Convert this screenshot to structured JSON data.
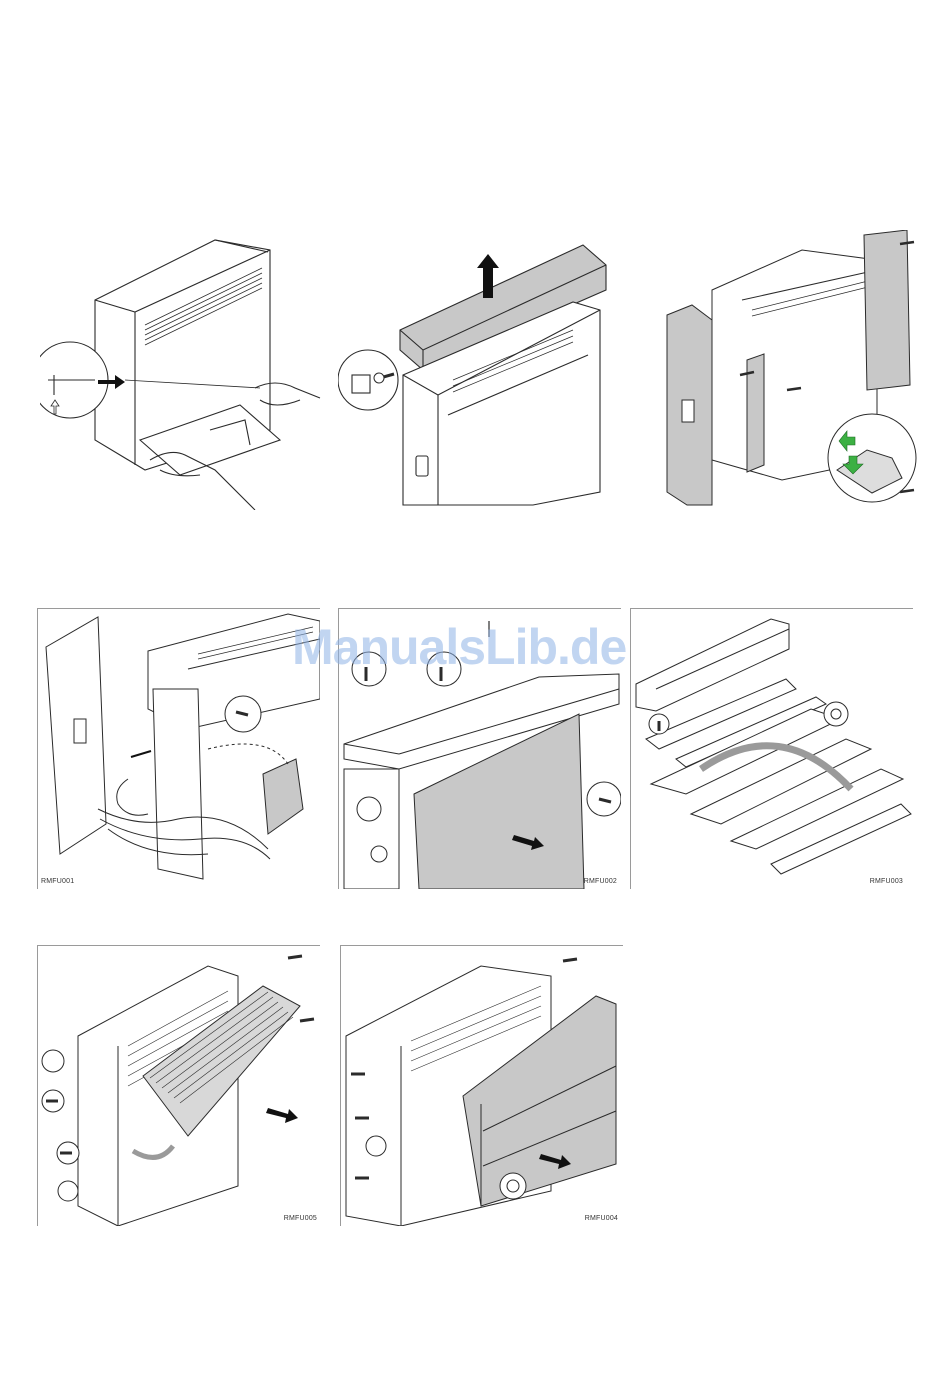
{
  "watermark": "ManualsLib.de",
  "figures": [
    {
      "id": "fig-1",
      "code": ""
    },
    {
      "id": "fig-2",
      "code": ""
    },
    {
      "id": "fig-3",
      "code": ""
    },
    {
      "id": "fig-4",
      "code": "RMFU001"
    },
    {
      "id": "fig-5",
      "code": "RMFU002"
    },
    {
      "id": "fig-6",
      "code": "RMFU003"
    },
    {
      "id": "fig-7",
      "code": "RMFU005"
    },
    {
      "id": "fig-8",
      "code": "RMFU004"
    }
  ],
  "colors": {
    "line": "#2b2b2b",
    "panel_gray": "#c8c8c8",
    "highlight_green": "#3cb043",
    "watermark": "#8fb3e6"
  },
  "icons": [
    "arrow-right-icon",
    "arrow-up-icon",
    "screw-icon",
    "hand-icon",
    "arrow-down-icon"
  ]
}
